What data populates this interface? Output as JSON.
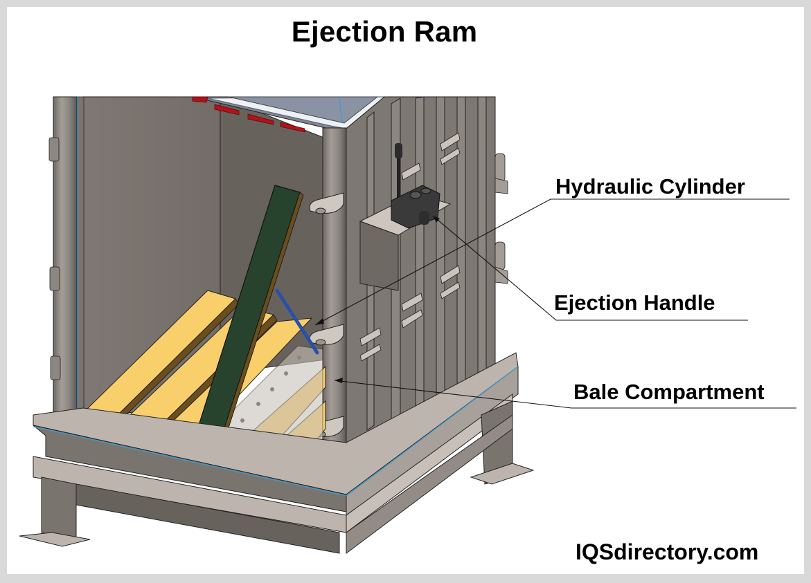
{
  "title": "Ejection Ram",
  "callouts": [
    {
      "id": "hydraulic-cylinder",
      "label": "Hydraulic Cylinder"
    },
    {
      "id": "ejection-handle",
      "label": "Ejection Handle"
    },
    {
      "id": "bale-compartment",
      "label": "Bale Compartment"
    }
  ],
  "credit": "IQSdirectory.com",
  "colors": {
    "frame_border": "#d9d9d9",
    "background": "#ffffff",
    "steel": "#8a8480",
    "steel_light": "#bdb5ad",
    "steel_dark": "#625d59",
    "ram_plate": "#27432d",
    "floor_slats": "#f9cf6c",
    "slat_shadow": "#6b4e1e",
    "red_tabs": "#b3121a",
    "edge_blue": "#3d9ad1",
    "handle_rod": "#2a4fa8",
    "text": "#000000"
  }
}
